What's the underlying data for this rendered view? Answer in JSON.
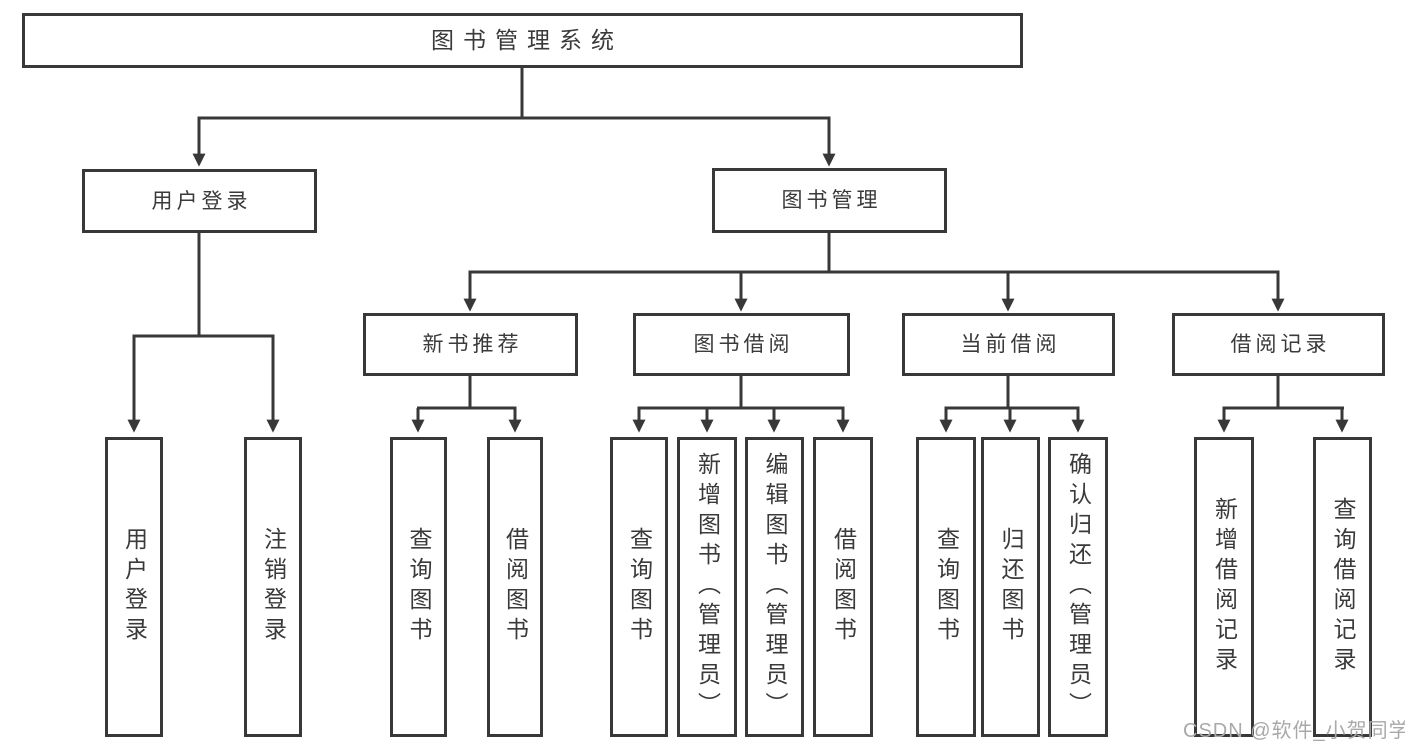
{
  "diagram_type": "hierarchy-tree",
  "tree": {
    "label": "图书管理系统",
    "children": [
      {
        "label": "用户登录",
        "children": [
          {
            "label": "用户登录"
          },
          {
            "label": "注销登录"
          }
        ]
      },
      {
        "label": "图书管理",
        "children": [
          {
            "label": "新书推荐",
            "children": [
              {
                "label": "查询图书"
              },
              {
                "label": "借阅图书"
              }
            ]
          },
          {
            "label": "图书借阅",
            "children": [
              {
                "label": "查询图书"
              },
              {
                "label": "新增图书（管理员）"
              },
              {
                "label": "编辑图书（管理员）"
              },
              {
                "label": "借阅图书"
              }
            ]
          },
          {
            "label": "当前借阅",
            "children": [
              {
                "label": "查询图书"
              },
              {
                "label": "归还图书"
              },
              {
                "label": "确认归还（管理员）"
              }
            ]
          },
          {
            "label": "借阅记录",
            "children": [
              {
                "label": "新增借阅记录"
              },
              {
                "label": "查询借阅记录"
              }
            ]
          }
        ]
      }
    ]
  },
  "watermark": "CSDN @软件_小贺同学",
  "colors": {
    "line": "#383838",
    "box_border": "#383838",
    "text": "#3a3a3a",
    "background": "#ffffff",
    "watermark": "#a9a9a9"
  }
}
